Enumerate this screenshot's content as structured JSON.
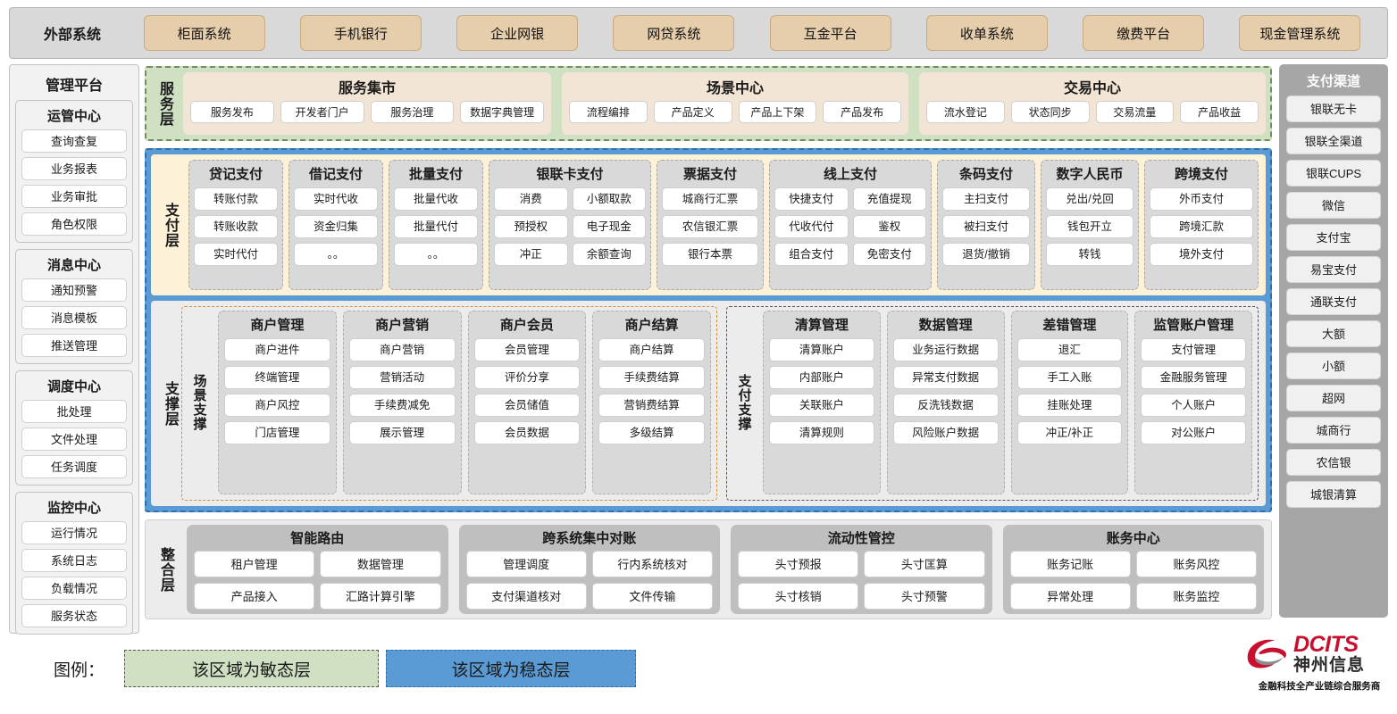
{
  "external": {
    "label": "外部系统",
    "items": [
      "柜面系统",
      "手机银行",
      "企业网银",
      "网贷系统",
      "互金平台",
      "收单系统",
      "缴费平台",
      "现金管理系统"
    ]
  },
  "management": {
    "title": "管理平台",
    "groups": [
      {
        "title": "运管中心",
        "items": [
          "查询查复",
          "业务报表",
          "业务审批",
          "角色权限"
        ]
      },
      {
        "title": "消息中心",
        "items": [
          "通知预警",
          "消息模板",
          "推送管理"
        ]
      },
      {
        "title": "调度中心",
        "items": [
          "批处理",
          "文件处理",
          "任务调度"
        ]
      },
      {
        "title": "监控中心",
        "items": [
          "运行情况",
          "系统日志",
          "负载情况",
          "服务状态"
        ]
      }
    ]
  },
  "channels": {
    "title": "支付渠道",
    "items": [
      "银联无卡",
      "银联全渠道",
      "银联CUPS",
      "微信",
      "支付宝",
      "易宝支付",
      "通联支付",
      "大额",
      "小额",
      "超网",
      "城商行",
      "农信银",
      "城银清算"
    ]
  },
  "service_layer": {
    "label": "服务层",
    "cards": [
      {
        "title": "服务集市",
        "items": [
          "服务发布",
          "开发者门户",
          "服务治理",
          "数据字典管理"
        ]
      },
      {
        "title": "场景中心",
        "items": [
          "流程编排",
          "产品定义",
          "产品上下架",
          "产品发布"
        ]
      },
      {
        "title": "交易中心",
        "items": [
          "流水登记",
          "状态同步",
          "交易流量",
          "产品收益"
        ]
      }
    ]
  },
  "payment_layer": {
    "label": "支付层",
    "columns": [
      {
        "title": "贷记支付",
        "cols": 1,
        "items": [
          "转账付款",
          "转账收款",
          "实时代付"
        ]
      },
      {
        "title": "借记支付",
        "cols": 1,
        "items": [
          "实时代收",
          "资金归集",
          "。。"
        ]
      },
      {
        "title": "批量支付",
        "cols": 1,
        "items": [
          "批量代收",
          "批量代付",
          "。。"
        ]
      },
      {
        "title": "银联卡支付",
        "cols": 2,
        "items": [
          "消费",
          "小额取款",
          "预授权",
          "电子现金",
          "冲正",
          "余额查询"
        ]
      },
      {
        "title": "票据支付",
        "cols": 1,
        "items": [
          "城商行汇票",
          "农信银汇票",
          "银行本票"
        ]
      },
      {
        "title": "线上支付",
        "cols": 2,
        "items": [
          "快捷支付",
          "充值提现",
          "代收代付",
          "鉴权",
          "组合支付",
          "免密支付"
        ]
      },
      {
        "title": "条码支付",
        "cols": 1,
        "items": [
          "主扫支付",
          "被扫支付",
          "退货/撤销"
        ]
      },
      {
        "title": "数字人民币",
        "cols": 1,
        "items": [
          "兑出/兑回",
          "钱包开立",
          "转钱"
        ]
      },
      {
        "title": "跨境支付",
        "cols": 1,
        "items": [
          "外币支付",
          "跨境汇款",
          "境外支付"
        ]
      }
    ]
  },
  "support_layer": {
    "label": "支撑层",
    "scene": {
      "label": "场景支撑",
      "columns": [
        {
          "title": "商户管理",
          "items": [
            "商户进件",
            "终端管理",
            "商户风控",
            "门店管理"
          ]
        },
        {
          "title": "商户营销",
          "items": [
            "商户营销",
            "营销活动",
            "手续费减免",
            "展示管理"
          ]
        },
        {
          "title": "商户会员",
          "items": [
            "会员管理",
            "评价分享",
            "会员储值",
            "会员数据"
          ]
        },
        {
          "title": "商户结算",
          "items": [
            "商户结算",
            "手续费结算",
            "营销费结算",
            "多级结算"
          ]
        }
      ]
    },
    "payment_support": {
      "label": "支付支撑",
      "columns": [
        {
          "title": "清算管理",
          "items": [
            "清算账户",
            "内部账户",
            "关联账户",
            "清算规则"
          ]
        },
        {
          "title": "数据管理",
          "items": [
            "业务运行数据",
            "异常支付数据",
            "反洗钱数据",
            "风险账户数据"
          ]
        },
        {
          "title": "差错管理",
          "items": [
            "退汇",
            "手工入账",
            "挂账处理",
            "冲正/补正"
          ]
        },
        {
          "title": "监管账户管理",
          "items": [
            "支付管理",
            "金融服务管理",
            "个人账户",
            "对公账户"
          ]
        }
      ]
    }
  },
  "integration_layer": {
    "label": "整合层",
    "cards": [
      {
        "title": "智能路由",
        "items": [
          "租户管理",
          "数据管理",
          "产品接入",
          "汇路计算引擎"
        ]
      },
      {
        "title": "跨系统集中对账",
        "items": [
          "管理调度",
          "行内系统核对",
          "支付渠道核对",
          "文件传输"
        ]
      },
      {
        "title": "流动性管控",
        "items": [
          "头寸预报",
          "头寸匡算",
          "头寸核销",
          "头寸预警"
        ]
      },
      {
        "title": "账务中心",
        "items": [
          "账务记账",
          "账务风控",
          "异常处理",
          "账务监控"
        ]
      }
    ]
  },
  "legend": {
    "label": "图例：",
    "agile": "该区域为敏态层",
    "stable": "该区域为稳态层",
    "agile_color": "#cfe0c3",
    "stable_color": "#5b9bd5"
  },
  "logo": {
    "brand_en": "DCITS",
    "brand_cn": "神州信息",
    "tagline": "金融科技全产业链综合服务商",
    "brand_color": "#c8102e"
  }
}
